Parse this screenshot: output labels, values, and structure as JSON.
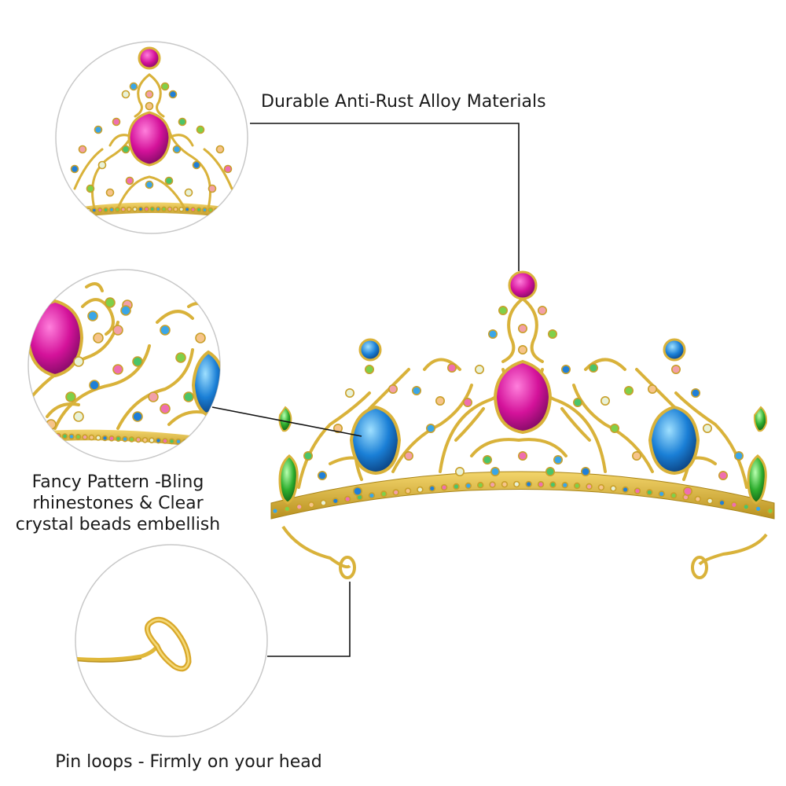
{
  "callouts": {
    "top": "Durable Anti-Rust Alloy Materials",
    "middle": [
      "Fancy Pattern -Bling",
      "rhinestones & Clear",
      "crystal beads embellish"
    ],
    "bottom": "Pin loops - Firmly on your head"
  },
  "colors": {
    "gold": "#d9b23a",
    "gold_dark": "#b8901f",
    "magenta": "#d4129a",
    "blue": "#1a7fd6",
    "green": "#2eae2e",
    "circle_border": "#c8c8c8",
    "leader_line": "#111111"
  },
  "icons": [
    "crown-tiara-illustration",
    "detail-zoom-top",
    "detail-zoom-side",
    "detail-zoom-pin-loop"
  ]
}
